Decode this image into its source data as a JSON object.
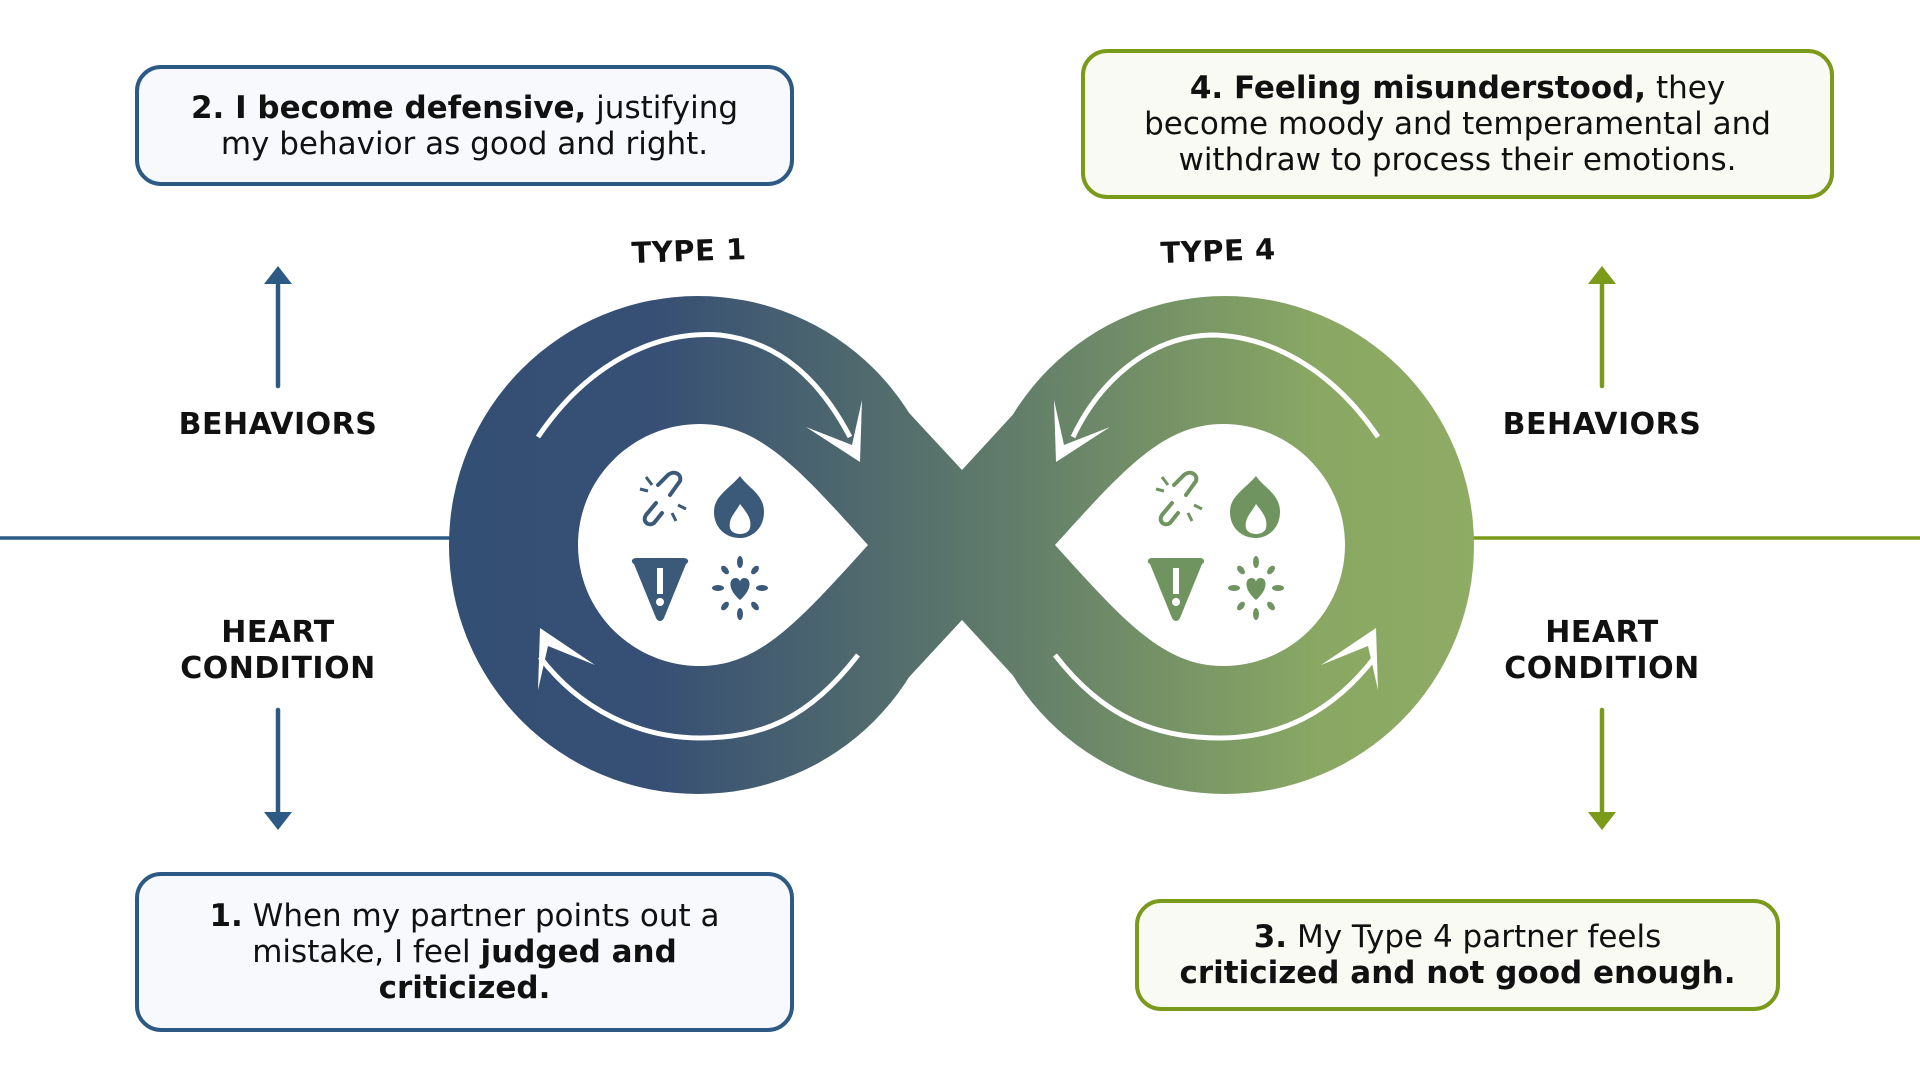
{
  "colors": {
    "type1": "#2c5a85",
    "type4": "#7a9a1a",
    "loop_left": "#344f74",
    "loop_mid": "#5b766b",
    "loop_right": "#8fab64",
    "white": "#ffffff"
  },
  "types": {
    "left": "TYPE 1",
    "right": "TYPE 4"
  },
  "side_labels": {
    "left_behaviors": "BEHAVIORS",
    "left_heart_line1": "HEART",
    "left_heart_line2": "CONDITION",
    "right_behaviors": "BEHAVIORS",
    "right_heart_line1": "HEART",
    "right_heart_line2": "CONDITION"
  },
  "boxes": {
    "step1": {
      "bold_prefix": "1.",
      "text1": " When my partner points out a mistake, I feel ",
      "bold_suffix": "judged and criticized."
    },
    "step2": {
      "bold_prefix": "2. I become defensive,",
      "text1": " justifying my behavior as good and right."
    },
    "step3": {
      "bold_prefix": "3.",
      "text1": " My Type 4 partner feels ",
      "bold_suffix": "criticized and not good enough."
    },
    "step4": {
      "bold_prefix": "4. Feeling misunderstood,",
      "text1": " they become moody and temperamental and withdraw to process their emotions."
    }
  },
  "icons": {
    "left": [
      "broken-link-icon",
      "flame-icon",
      "warning-icon",
      "heart-burst-icon"
    ],
    "right": [
      "broken-link-icon",
      "flame-icon",
      "warning-icon",
      "heart-burst-icon"
    ]
  }
}
